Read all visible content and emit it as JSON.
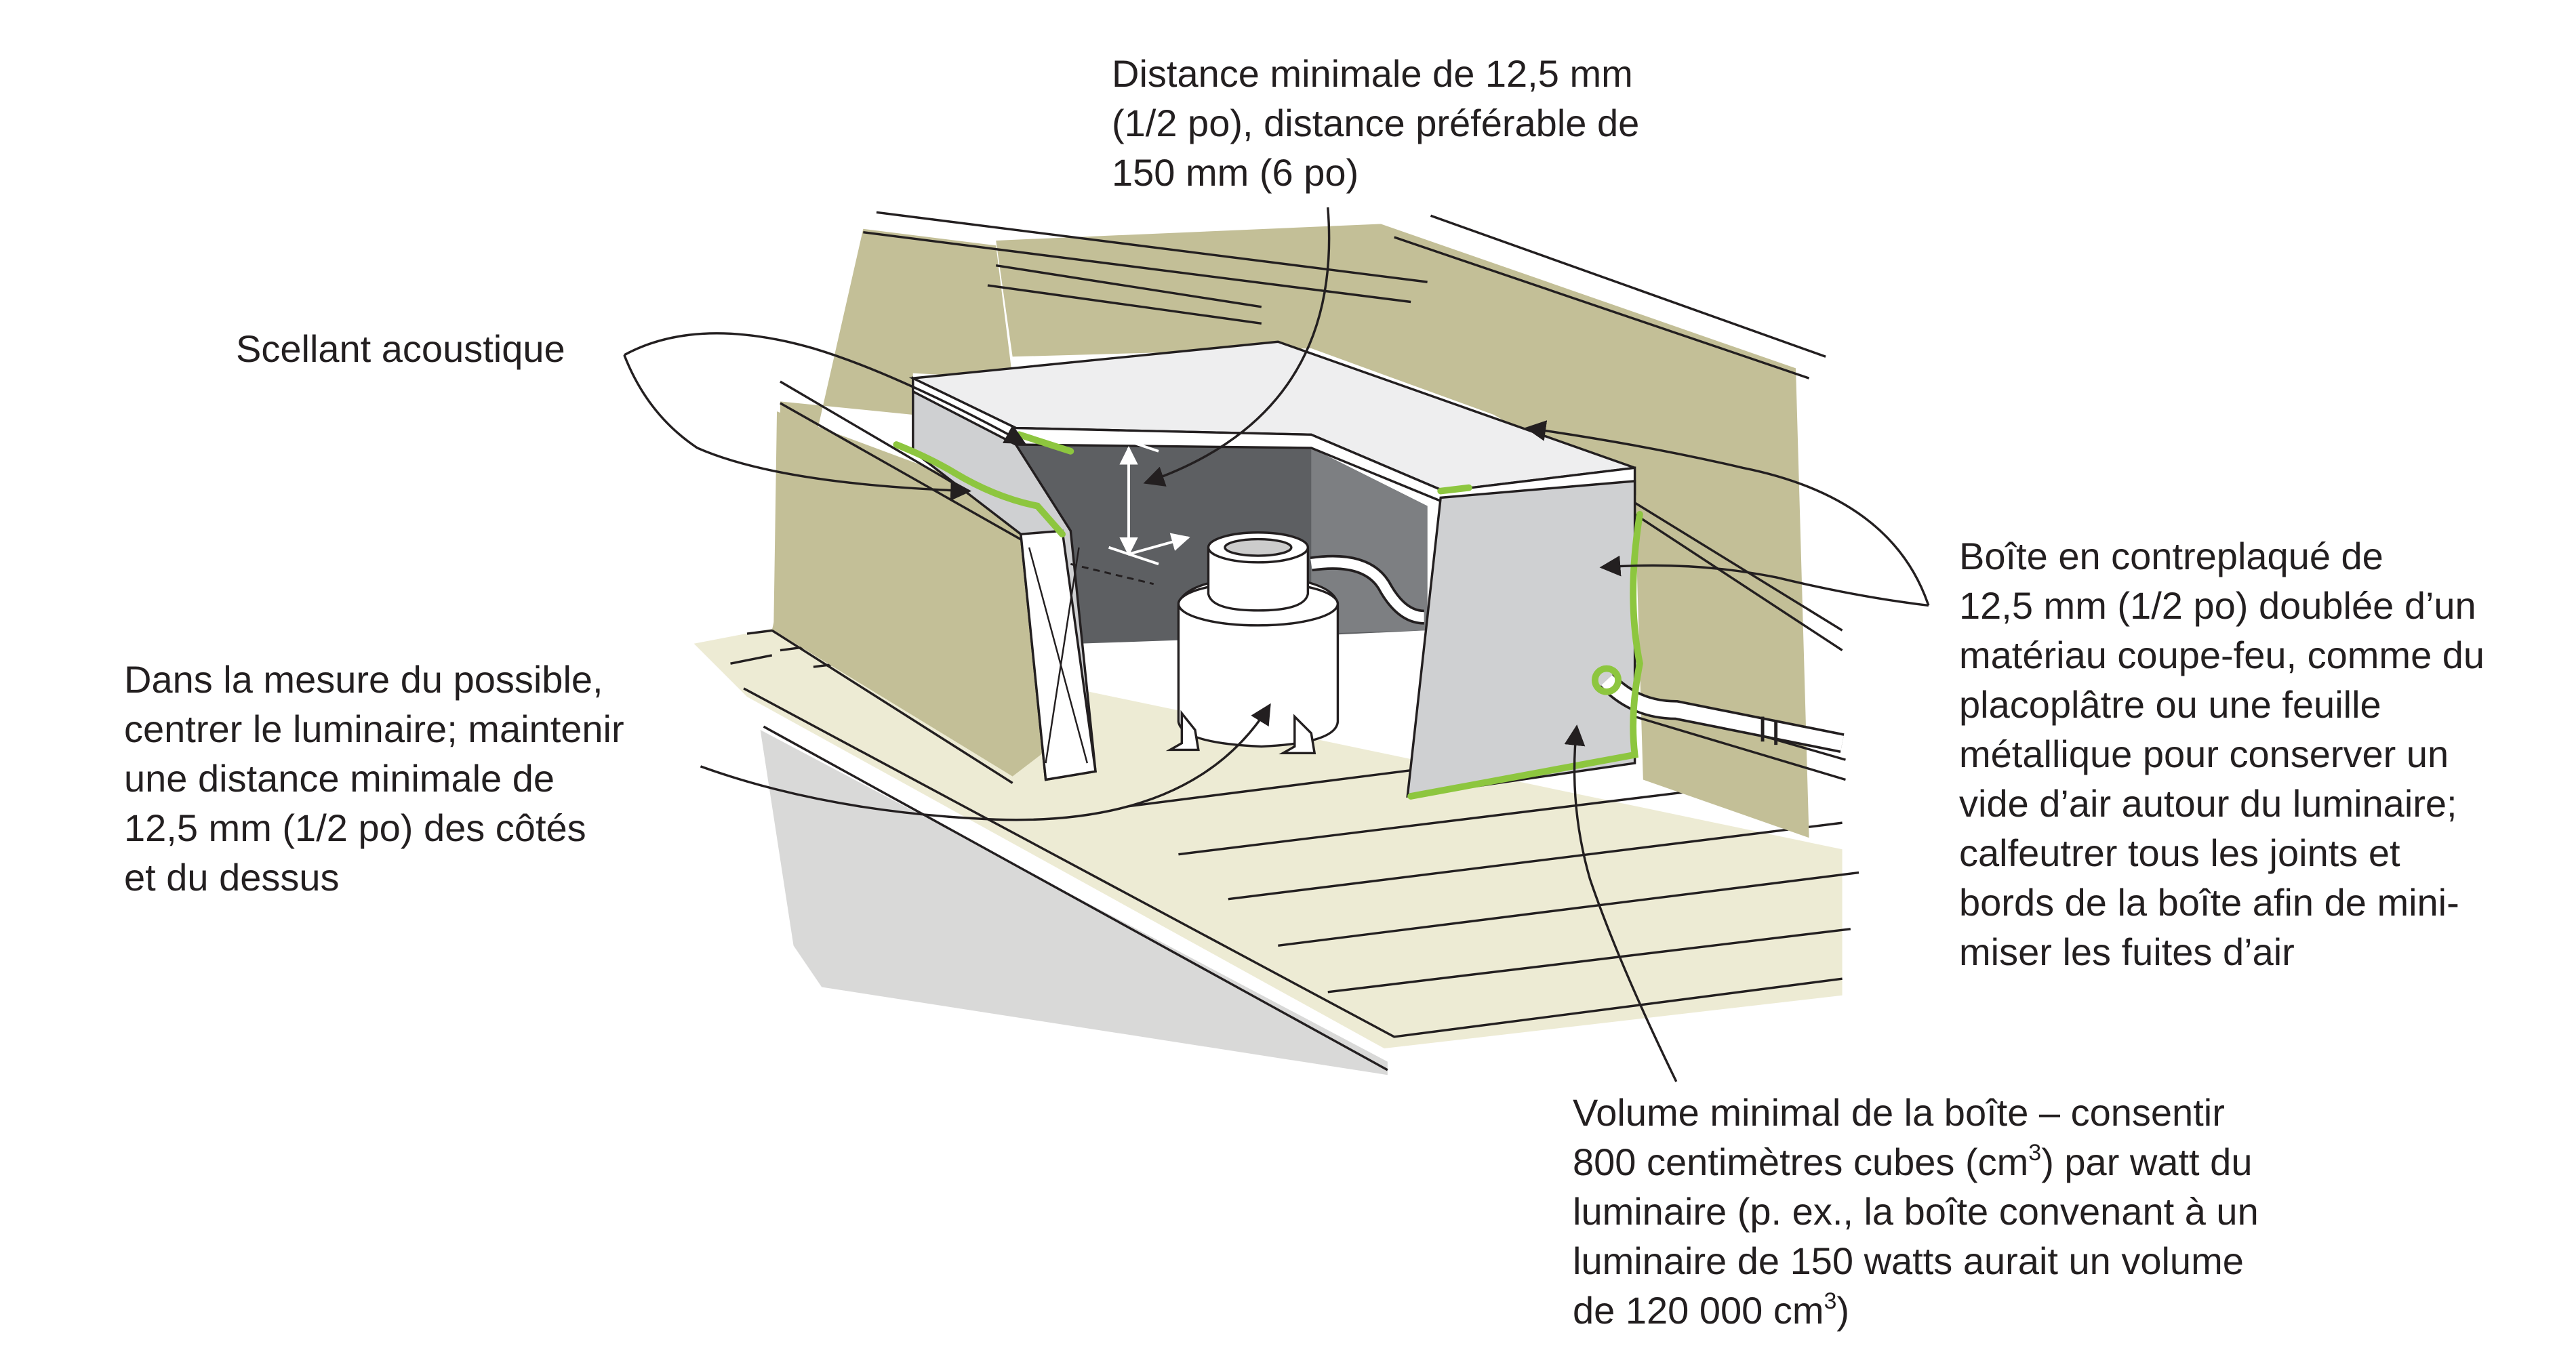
{
  "colors": {
    "wall": "#c3bf97",
    "floor": "#edebd4",
    "shadow": "#d9d9d8",
    "box_side": "#cfd0d2",
    "box_top": "#eeeeef",
    "box_inside": "#5d5f62",
    "box_inside_side": "#7d7f82",
    "sealant": "#8dc63f",
    "outline": "#231f20",
    "fixture": "#ffffff"
  },
  "callouts": {
    "distance": {
      "lines": [
        "Distance minimale de 12,5 mm",
        "(1/2 po), distance préférable de",
        "150 mm (6 po)"
      ]
    },
    "sealant": {
      "lines": [
        "Scellant acoustique"
      ]
    },
    "box": {
      "lines": [
        "Boîte en contreplaqué de",
        "12,5 mm (1/2 po) doublée d’un",
        "matériau coupe-feu, comme du",
        "placoplâtre ou une feuille",
        "métallique pour conserver un",
        "vide d’air autour du luminaire;",
        "calfeutrer tous les joints et",
        "bords de la boîte afin de mini-",
        "miser les fuites d’air"
      ]
    },
    "center": {
      "lines": [
        "Dans la mesure du possible,",
        "centrer le luminaire; maintenir",
        "une distance minimale de",
        "12,5 mm (1/2 po) des côtés",
        "et du dessus"
      ]
    },
    "volume": {
      "line1": "Volume minimal de la boîte – consentir",
      "line2_before": "800 centimètres cubes (cm",
      "line2_sup": "3",
      "line2_after": ") par watt du",
      "line3": "luminaire (p. ex., la boîte convenant à un",
      "line4": "luminaire de 150 watts aurait un volume",
      "line5_before": "de 120 000 cm",
      "line5_sup": "3",
      "line5_after": ")"
    }
  }
}
